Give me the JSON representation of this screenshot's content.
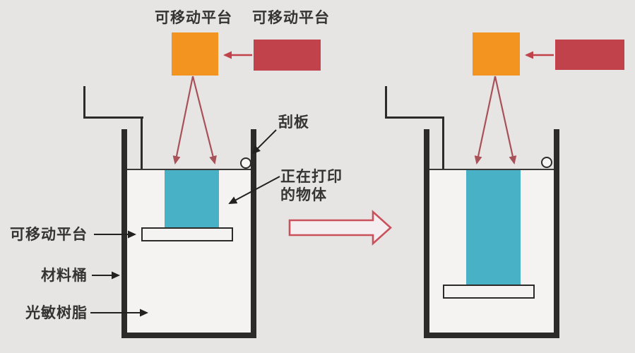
{
  "diagram": {
    "description": "SLA photopolymerization 3D printing process, two stages: start of print and later stage with object lowered deeper into resin vat",
    "top_labels": {
      "left": "可移动平台",
      "right": "可移动平台"
    },
    "annotations": {
      "scraper": "刮板",
      "printing_object_line1": "正在打印",
      "printing_object_line2": "的物体"
    },
    "side_labels": {
      "platform": "可移动平台",
      "vat": "材料桶",
      "resin": "光敏树脂"
    }
  },
  "colors": {
    "background": "#e7e5e3",
    "wall": "#2d2b2a",
    "line": "#3a3836",
    "orange": "#f2941f",
    "red": "#c2424c",
    "beam": "#a85159",
    "blue": "#49b1c6",
    "liquid": "#f4f3f1",
    "text": "#363432",
    "arrow_outline": "#c9515c",
    "arrow_fill": "#f5eef0"
  }
}
